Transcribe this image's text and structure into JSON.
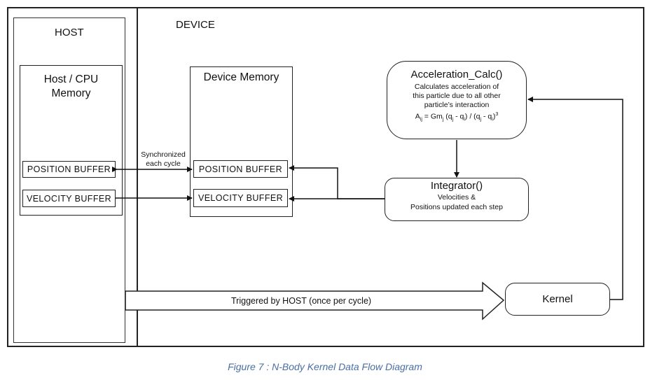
{
  "host": {
    "title": "HOST",
    "memory_title": "Host / CPU Memory",
    "position_buffer": "POSITION  BUFFER",
    "velocity_buffer": "VELOCITY  BUFFER"
  },
  "device": {
    "title": "DEVICE",
    "memory_title": "Device Memory",
    "position_buffer": "POSITION  BUFFER",
    "velocity_buffer": "VELOCITY  BUFFER"
  },
  "sync_label": {
    "line1": "Synchronized",
    "line2": "each cycle"
  },
  "acceleration": {
    "title": "Acceleration_Calc()",
    "desc1": "Calculates acceleration of",
    "desc2": "this particle due to all other",
    "desc3": "particle’s interaction",
    "formula": "Aij = Gmj (qj - qi) / (qj - qi)3"
  },
  "integrator": {
    "title": "Integrator()",
    "desc1": "Velocities &",
    "desc2": "Positions updated each step"
  },
  "kernel": {
    "title": "Kernel"
  },
  "trigger_label": "Triggered by HOST (once per cycle)",
  "caption": "Figure 7 : N-Body Kernel Data Flow Diagram"
}
